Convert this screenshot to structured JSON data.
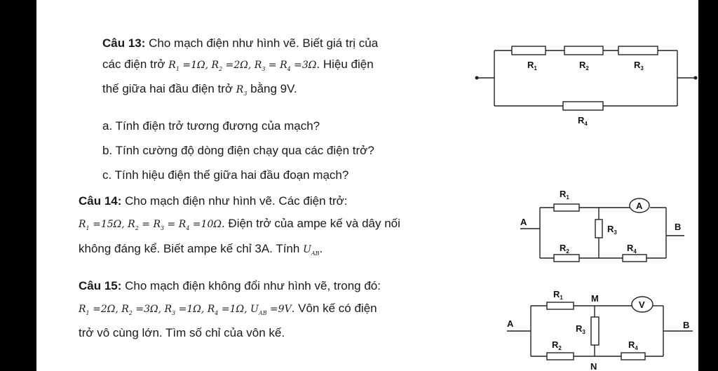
{
  "q13": {
    "label": "Câu 13:",
    "intro": " Cho mạch điện như hình vẽ. Biết giá trị của",
    "l2a": "các điện trở ",
    "l2b": ". Hiệu điện",
    "l3a": "thế giữa hai đầu điện trở ",
    "l3b": " bằng 9V.",
    "items": [
      "a. Tính điện trở tương đương của mạch?",
      "b. Tính cường độ dòng điện chạy qua các điện trở?",
      "c. Tính hiệu điện thế giữa hai đầu đoạn mạch?"
    ]
  },
  "q14": {
    "label": "Câu 14:",
    "intro": " Cho mạch điện như hình vẽ. Các điện trở:",
    "l2b": ". Điện trở của ampe kế và dây nối",
    "l3": "không đáng kể. Biết ampe kế chỉ 3A. Tính "
  },
  "q15": {
    "label": "Câu 15:",
    "intro": " Cho mạch điện không đổi như hình vẽ, trong đó:",
    "l2b": ". Vôn kế có điện",
    "l3": "trở vô cùng lớn. Tìm số chỉ của vôn kế."
  },
  "math": {
    "R": "R",
    "U": "U",
    "AB": "AB",
    "V": "V",
    "eq1": " =1Ω, ",
    "eq2": " =2Ω, ",
    "eq3": " = ",
    "eq3b": " =3Ω",
    "q14_e1": " =15Ω, ",
    "q14_e2": " = ",
    "q14_e3": " =10Ω",
    "q15_e1": " =2Ω, ",
    "q15_e2": " =3Ω, ",
    "q15_e3": " =1Ω, ",
    "q15_e4": " =1Ω, ",
    "q15_e5": " =9",
    "s1": "1",
    "s2": "2",
    "s3": "3",
    "s4": "4"
  },
  "diagrams": {
    "R": "R",
    "s1": "1",
    "s2": "2",
    "s3": "3",
    "s4": "4",
    "A": "A",
    "B": "B",
    "M": "M",
    "N": "N",
    "ammeter": "A",
    "voltmeter": "V"
  }
}
